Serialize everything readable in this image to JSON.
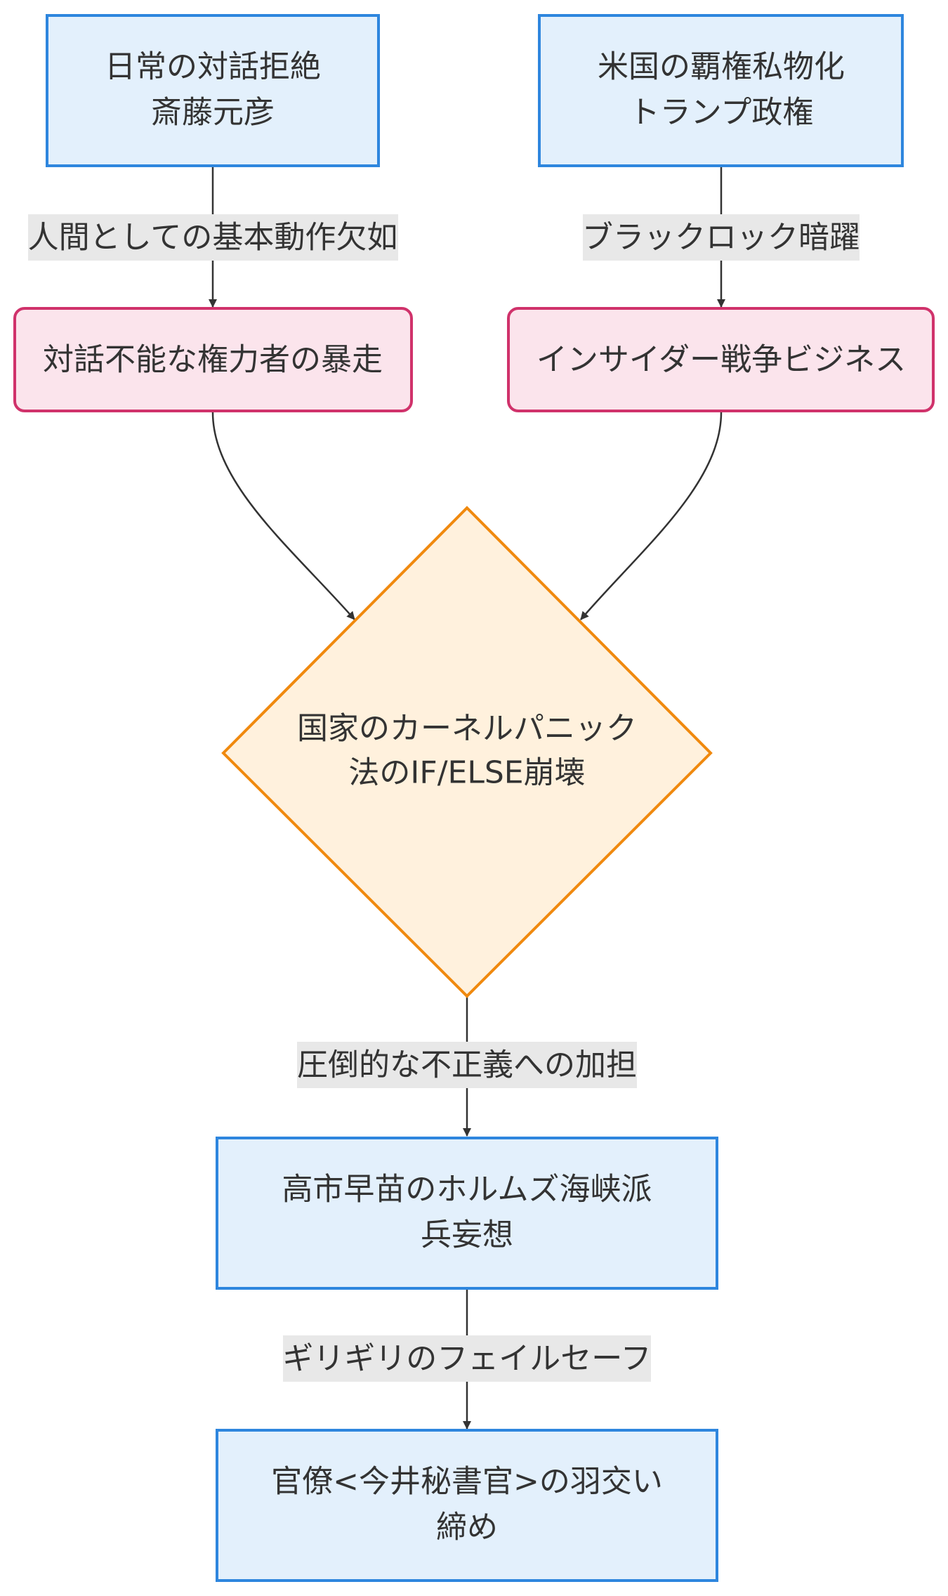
{
  "nodes": {
    "saito": {
      "line1": "日常の対話拒絶",
      "line2": "斎藤元彦"
    },
    "trump": {
      "line1": "米国の覇権私物化",
      "line2": "トランプ政権"
    },
    "runaway": {
      "label": "対話不能な権力者の暴走"
    },
    "insider": {
      "label": "インサイダー戦争ビジネス"
    },
    "panic": {
      "line1": "国家のカーネルパニック",
      "line2": "法のIF/ELSE崩壊"
    },
    "takaichi": {
      "line1": "高市早苗のホルムズ海峡派",
      "line2": "兵妄想"
    },
    "imai": {
      "line1": "官僚<今井秘書官>の羽交い",
      "line2": "締め"
    }
  },
  "edges": {
    "saito_to_runaway": "人間としての基本動作欠如",
    "trump_to_insider": "ブラックロック暗躍",
    "panic_to_takaichi": "圧倒的な不正義への加担",
    "takaichi_to_imai": "ギリギリのフェイルセーフ"
  },
  "colors": {
    "blue_fill": "#E3F0FC",
    "blue_stroke": "#2E86DE",
    "pink_fill": "#FBE4EC",
    "pink_stroke": "#D0326B",
    "orange_fill": "#FFF1DD",
    "orange_stroke": "#F0890E",
    "edge": "#333333",
    "edge_label_bg": "#E8E8E8"
  }
}
